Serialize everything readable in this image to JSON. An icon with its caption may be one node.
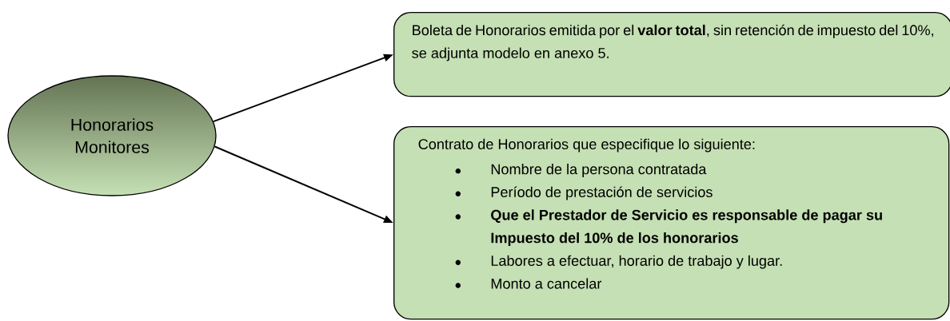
{
  "diagram": {
    "nodes": [
      {
        "text": [
          "Honorarios Monitores"
        ]
      },
      {
        "text": [
          "Boleta de Honorarios emitida por el **valor total**, sin retención de impuesto del 10%, se adjunta modelo en anexo 5."
        ]
      },
      {
        "text": [
          "Contrato de Honorarios que especifique lo siguiente:",
          "Nombre de la persona contratada",
          "Período de prestación de servicios",
          "**Que el Prestador de Servicio es responsable de pagar su Impuesto del 10% de los honorarios**",
          "Labores a efectuar, horario de trabajo y lugar.",
          "Monto a cancelar"
        ]
      }
    ],
    "edges": [
      {
        "from": 0,
        "to": 1,
        "arrow": "to"
      },
      {
        "from": 0,
        "to": 2,
        "arrow": "to"
      }
    ]
  }
}
